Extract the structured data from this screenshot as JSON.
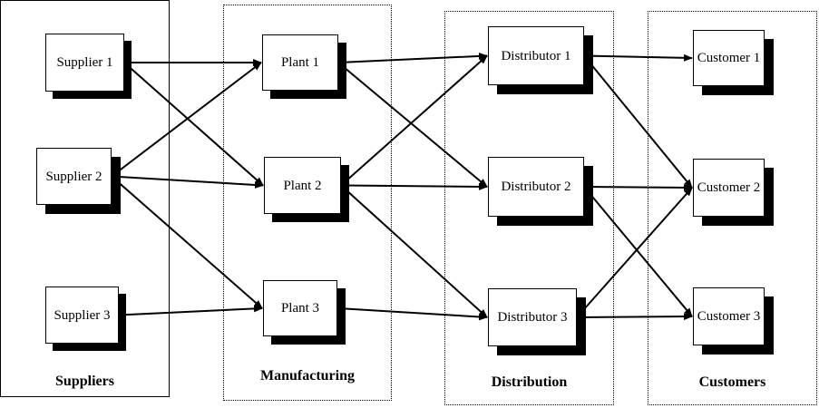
{
  "stages": [
    {
      "id": "suppliers",
      "title": "Suppliers"
    },
    {
      "id": "manufacturing",
      "title": "Manufacturing"
    },
    {
      "id": "distribution",
      "title": "Distribution"
    },
    {
      "id": "customers",
      "title": "Customers"
    }
  ],
  "nodes": {
    "supplier1": {
      "label": "Supplier 1"
    },
    "supplier2": {
      "label": "Supplier 2"
    },
    "supplier3": {
      "label": "Supplier 3"
    },
    "plant1": {
      "label": "Plant 1"
    },
    "plant2": {
      "label": "Plant 2"
    },
    "plant3": {
      "label": "Plant 3"
    },
    "distributor1": {
      "label": "Distributor 1"
    },
    "distributor2": {
      "label": "Distributor 2"
    },
    "distributor3": {
      "label": "Distributor 3"
    },
    "customer1": {
      "label": "Customer 1"
    },
    "customer2": {
      "label": "Customer 2"
    },
    "customer3": {
      "label": "Customer 3"
    }
  },
  "edges": [
    {
      "from": "supplier1",
      "to": "plant1"
    },
    {
      "from": "supplier1",
      "to": "plant2"
    },
    {
      "from": "supplier2",
      "to": "plant1"
    },
    {
      "from": "supplier2",
      "to": "plant2"
    },
    {
      "from": "supplier2",
      "to": "plant3"
    },
    {
      "from": "supplier3",
      "to": "plant3"
    },
    {
      "from": "plant1",
      "to": "distributor1"
    },
    {
      "from": "plant1",
      "to": "distributor2"
    },
    {
      "from": "plant2",
      "to": "distributor1"
    },
    {
      "from": "plant2",
      "to": "distributor2"
    },
    {
      "from": "plant2",
      "to": "distributor3"
    },
    {
      "from": "plant3",
      "to": "distributor3"
    },
    {
      "from": "distributor1",
      "to": "customer1"
    },
    {
      "from": "distributor1",
      "to": "customer2"
    },
    {
      "from": "distributor2",
      "to": "customer2"
    },
    {
      "from": "distributor2",
      "to": "customer3"
    },
    {
      "from": "distributor3",
      "to": "customer2"
    },
    {
      "from": "distributor3",
      "to": "customer3"
    }
  ]
}
